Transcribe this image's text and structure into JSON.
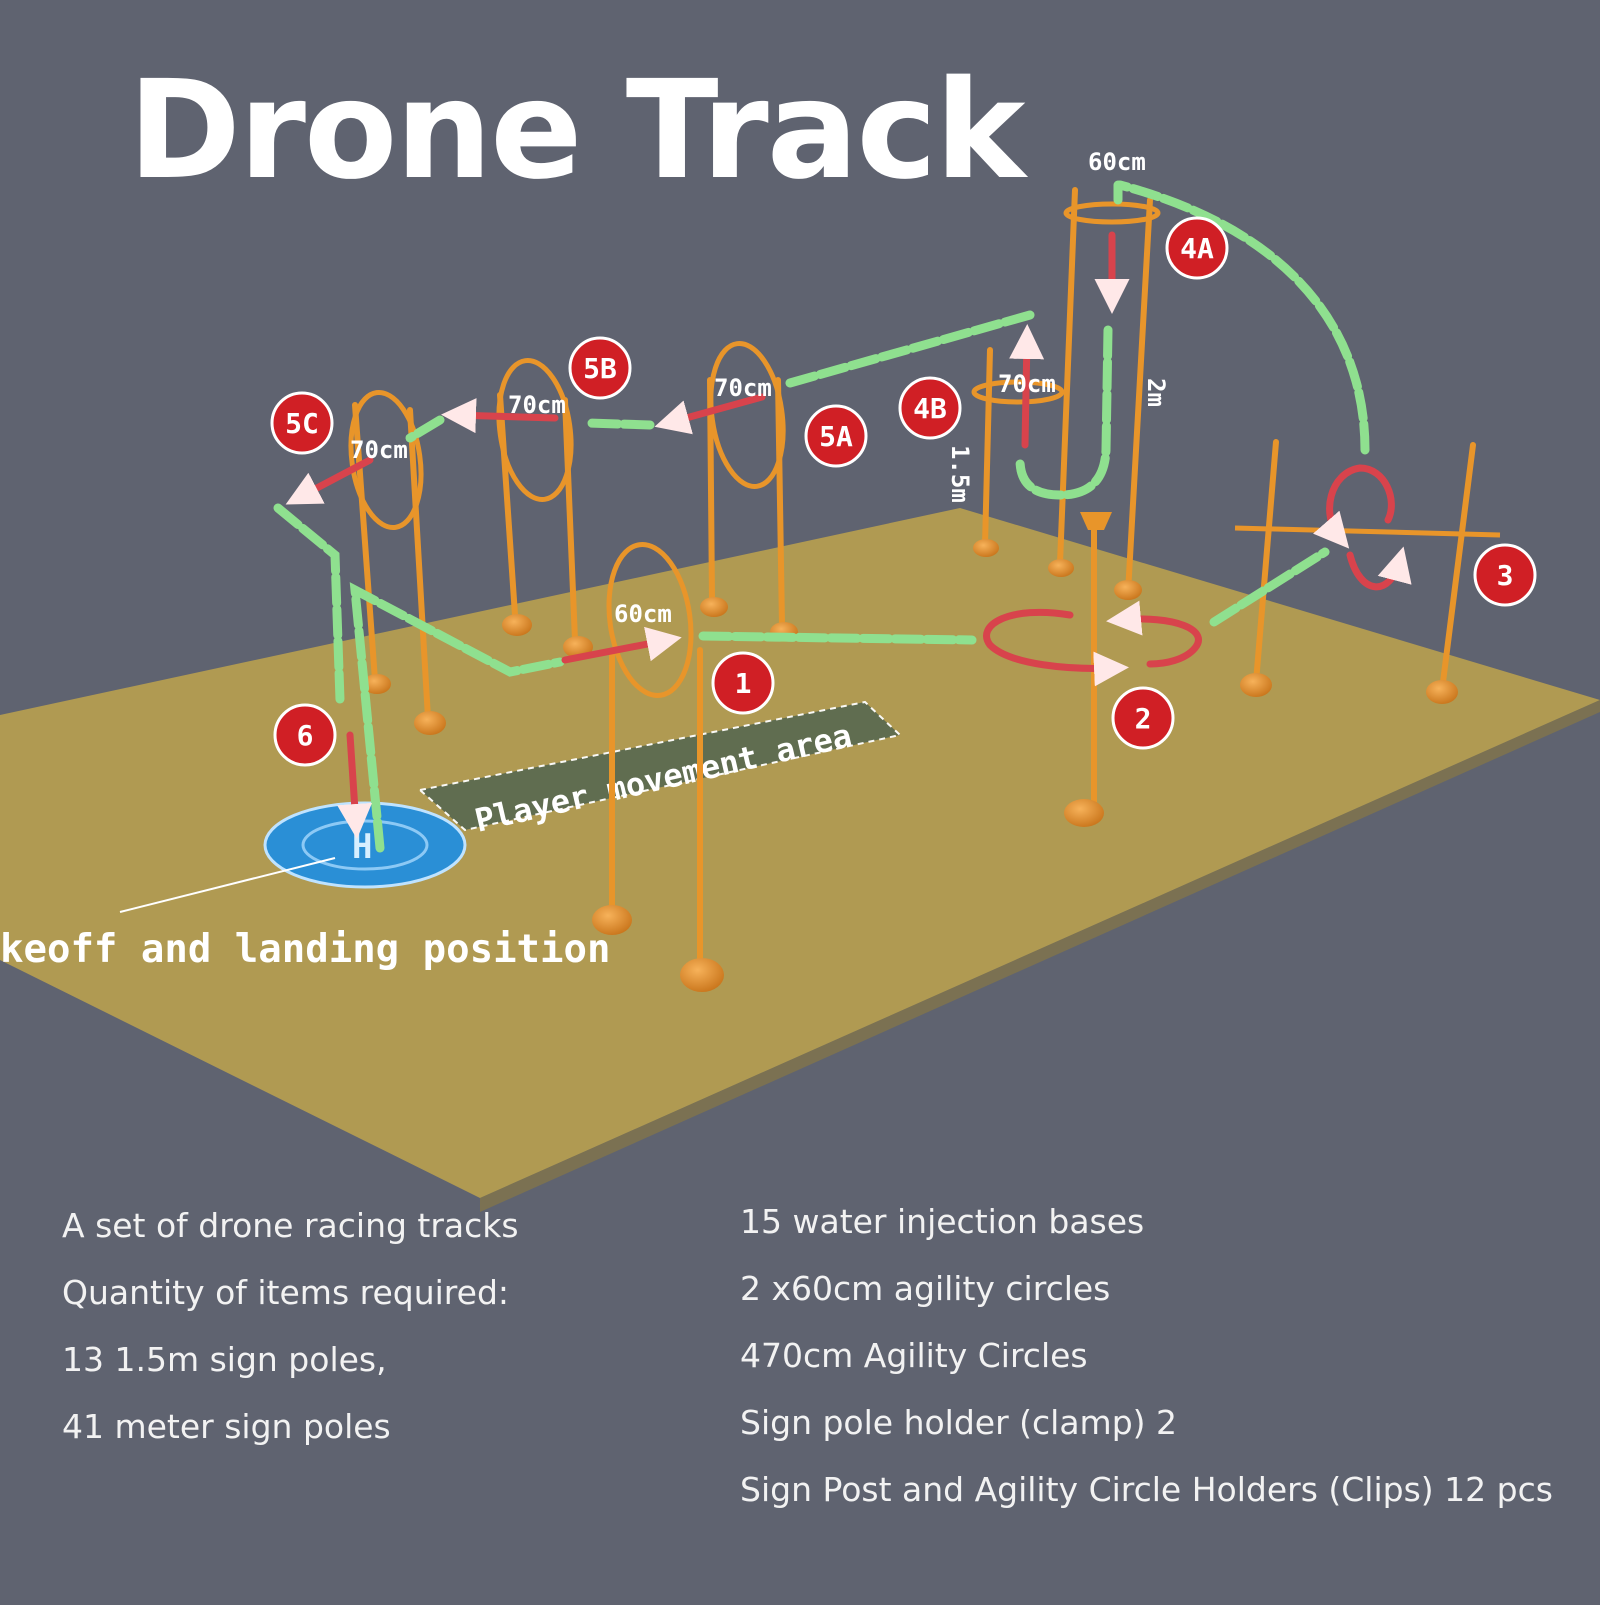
{
  "title": "Drone Track",
  "labels": {
    "takeoff": "keoff and landing position",
    "player_area": "Player movement area",
    "dims": {
      "d60_top": "60cm",
      "d60_gate1": "60cm",
      "d70_5a": "70cm",
      "d70_5b": "70cm",
      "d70_5c": "70cm",
      "d70_4b": "70cm",
      "h2m": "2m",
      "h15m": "1.5m"
    },
    "badges": {
      "b1": "1",
      "b2": "2",
      "b3": "3",
      "b4a": "4A",
      "b4b": "4B",
      "b5a": "5A",
      "b5b": "5B",
      "b5c": "5C",
      "b6": "6"
    }
  },
  "description": {
    "left": [
      "A set of drone racing tracks",
      "Quantity of items required:",
      "13 1.5m sign poles,",
      "41 meter sign poles"
    ],
    "right": [
      "15 water injection bases",
      "2 x60cm agility circles",
      "470cm Agility Circles",
      "Sign pole holder (clamp) 2",
      "Sign Post and Agility Circle Holders (Clips) 12 pcs"
    ]
  },
  "colors": {
    "background": "#5f6370",
    "floor": "#b09a52",
    "pole": "#e8952a",
    "path": "#8fe08f",
    "arrow": "#d8434c",
    "badge": "#d01f25",
    "pad": "#2a8fd6",
    "player_area": "#5c6b50"
  }
}
